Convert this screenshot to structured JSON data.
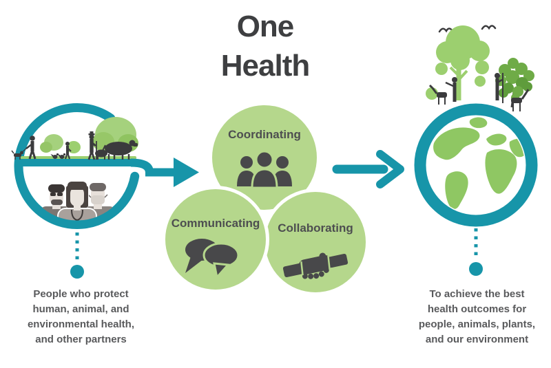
{
  "title": {
    "line1": "One",
    "line2": "Health"
  },
  "process": {
    "circles": [
      {
        "label": "Coordinating",
        "icon": "people-group-icon"
      },
      {
        "label": "Communicating",
        "icon": "speech-bubbles-icon"
      },
      {
        "label": "Collaborating",
        "icon": "handshake-icon"
      }
    ]
  },
  "left_circle": {
    "illustration": "people-animals-environment-scene",
    "caption_lines": [
      "People who protect",
      "human, animal, and",
      "environmental health,",
      "and other partners"
    ]
  },
  "right_circle": {
    "illustration": "globe-with-trees-people-animals",
    "caption_lines": [
      "To achieve the best",
      "health outcomes for",
      "people, animals, plants,",
      "and our environment"
    ]
  },
  "colors": {
    "teal": "#1795a9",
    "venn_green": "#b5d78c",
    "scene_green_light": "#9ccf6f",
    "continent_green": "#8fc763",
    "tree_green_dark": "#6fab47",
    "silhouette_dark": "#3b3b3d",
    "icon_dark": "#48484a",
    "title_text": "#3e3f41",
    "label_text": "#4d4e50",
    "caption_text": "#595a5c"
  }
}
